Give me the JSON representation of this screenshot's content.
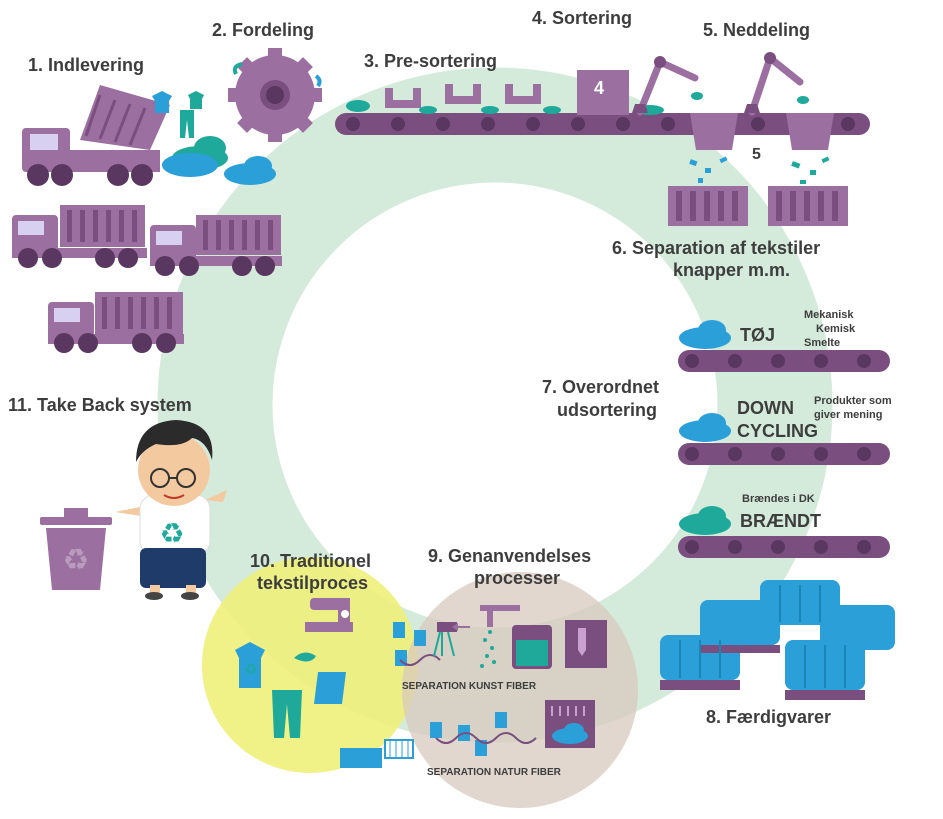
{
  "steps": {
    "s1": "1. Indlevering",
    "s2": "2. Fordeling",
    "s3": "3. Pre-sortering",
    "s4": "4. Sortering",
    "s5": "5. Neddeling",
    "s6a": "6. Separation af tekstiler",
    "s6b": "knapper m.m.",
    "s7a": "7. Overordnet",
    "s7b": "udsortering",
    "s8": "8. Færdigvarer",
    "s9a": "9. Genanvendelses",
    "s9b": "processer",
    "s10a": "10. Traditionel",
    "s10b": "tekstilproces",
    "s11": "11. Take Back system"
  },
  "sorting_box_number": "4",
  "shredder_number": "5",
  "belts": {
    "toej": "TØJ",
    "toej_notes": [
      "Mekanisk",
      "Kemisk",
      "Smelte"
    ],
    "down1": "DOWN",
    "down2": "CYCLING",
    "down_notes": [
      "Produkter som",
      "giver mening"
    ],
    "braendt": "BRÆNDT",
    "braendt_note": "Brændes i DK"
  },
  "separation": {
    "kunst": "SEPARATION KUNST FIBER",
    "natur": "SEPARATION NATUR FIBER"
  },
  "colors": {
    "purple": "#9b6fa0",
    "dark_purple": "#7a4f80",
    "ring": "#d4ebdb",
    "teal": "#1ea99a",
    "blue": "#2a9fd8",
    "yellow": "#eef07a",
    "beige": "#d8c9bd"
  },
  "icons": [
    "truck-icon",
    "gear-icon",
    "conveyor-icon",
    "robot-arm-icon",
    "container-icon",
    "cloud-icon",
    "recycle-icon",
    "trash-can-icon",
    "sewing-machine-icon",
    "pallet-icon",
    "boy-icon"
  ]
}
